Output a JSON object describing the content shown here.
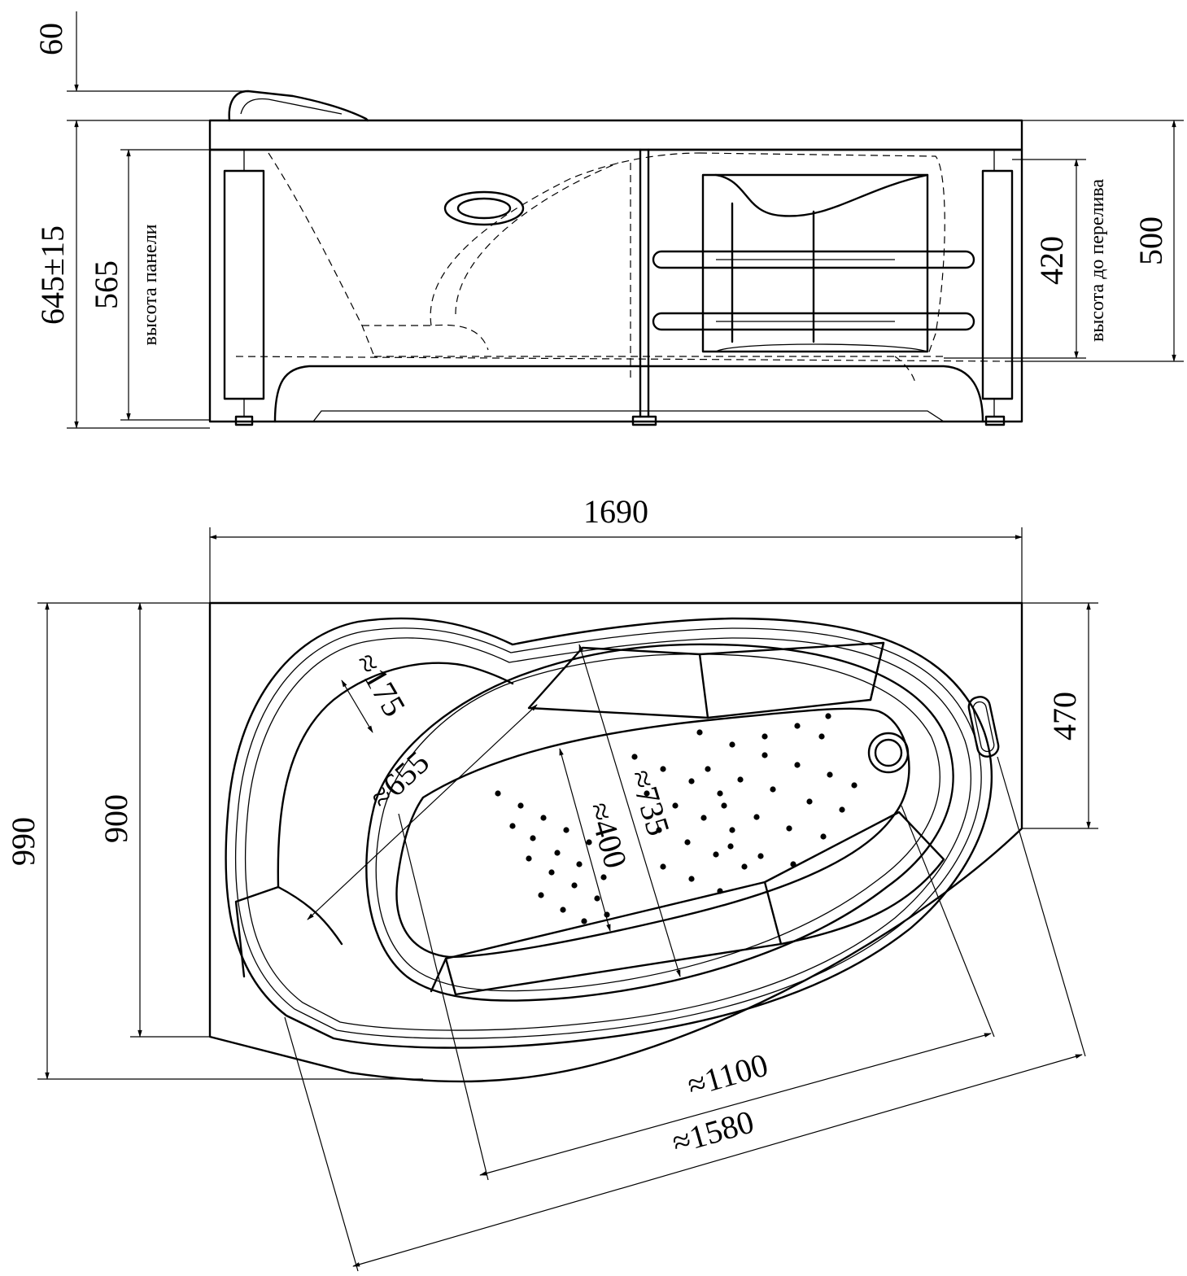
{
  "drawing": {
    "side_view": {
      "dims": {
        "d60": "60",
        "d645": "645±15",
        "d565": "565",
        "label_panel": "высота панели",
        "d420": "420",
        "label_overflow": "высота до перелива",
        "d500": "500"
      }
    },
    "top_view": {
      "dims": {
        "d1690": "1690",
        "d990": "990",
        "d900": "900",
        "d470": "470",
        "d175": "≈175",
        "d655": "≈655",
        "d735": "≈735",
        "d400": "≈400",
        "d1100": "≈1100",
        "d1580": "≈1580"
      }
    }
  }
}
